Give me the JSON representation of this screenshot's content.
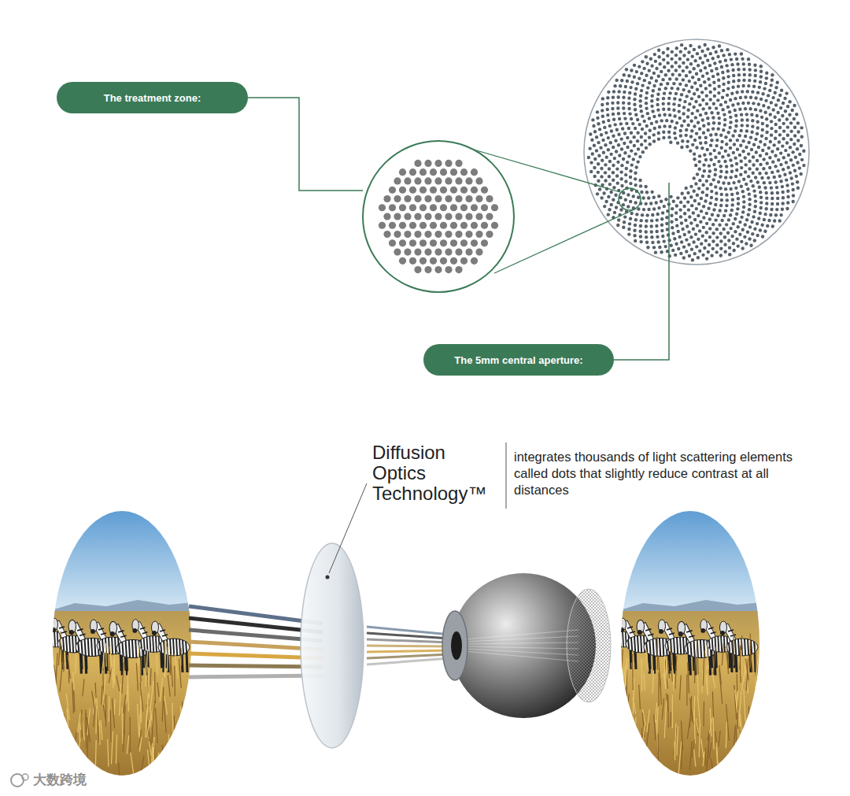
{
  "diagram": {
    "nodes": [
      {
        "text": [
          "The treatment zone:"
        ]
      },
      {
        "text": [
          "The 5mm central aperture:"
        ]
      }
    ],
    "labels": [
      "Diffusion Optics Technology™",
      "integrates thousands of light scattering elements called dots that slightly reduce contrast at all distances",
      "大数跨境"
    ]
  }
}
